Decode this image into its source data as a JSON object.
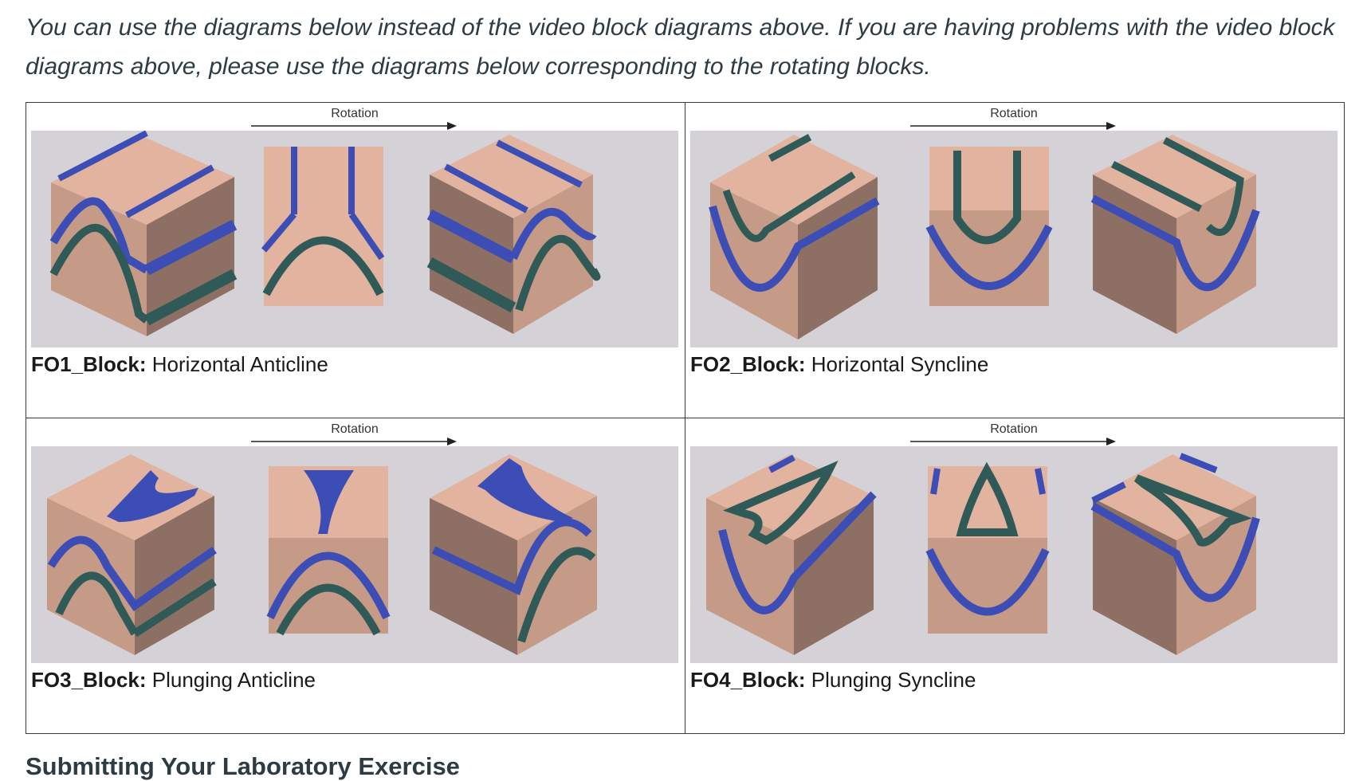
{
  "intro_text": "You can use the diagrams below instead of the video block diagrams above. If you are having problems with the video block diagrams above, please use the diagrams below corresponding to the rotating blocks.",
  "blocks": [
    {
      "rotation_label": "Rotation",
      "id": "FO1_Block:",
      "name": "Horizontal Anticline"
    },
    {
      "rotation_label": "Rotation",
      "id": "FO2_Block:",
      "name": "Horizontal Syncline"
    },
    {
      "rotation_label": "Rotation",
      "id": "FO3_Block:",
      "name": "Plunging Anticline"
    },
    {
      "rotation_label": "Rotation",
      "id": "FO4_Block:",
      "name": "Plunging Syncline"
    }
  ],
  "section_heading": "Submitting Your Laboratory Exercise",
  "colors": {
    "top_face": "#e2b49f",
    "left_face": "#c59a86",
    "right_face": "#8d6f63",
    "blue_layer": "#3c4db5",
    "teal_layer": "#2f5a58",
    "panel_bg": "#d4d2d6"
  }
}
